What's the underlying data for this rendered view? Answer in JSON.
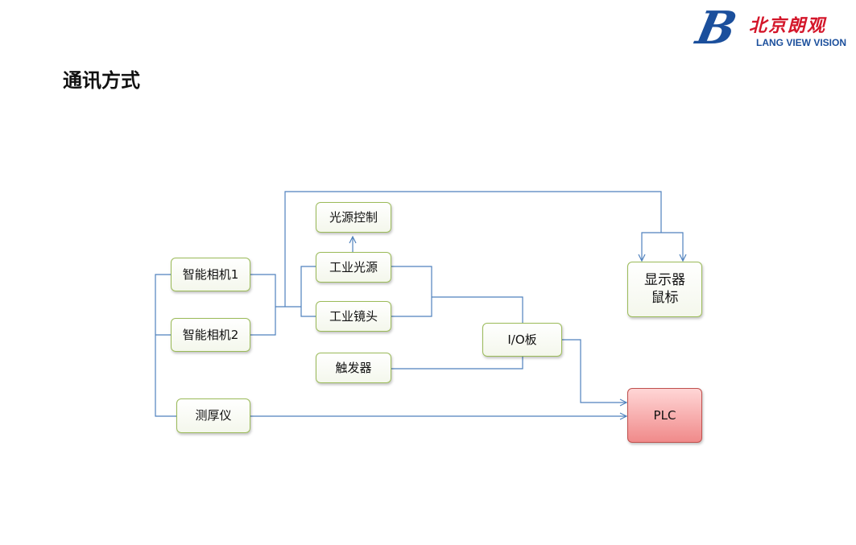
{
  "page": {
    "title": "通讯方式"
  },
  "logo": {
    "letter": "B",
    "chinese": "北京朗观",
    "english": "LANG VIEW VISION"
  },
  "diagram": {
    "nodes": {
      "camera1": "智能相机1",
      "camera2": "智能相机2",
      "thickness_gauge": "测厚仪",
      "light_control": "光源控制",
      "industrial_light": "工业光源",
      "industrial_lens": "工业镜头",
      "trigger": "触发器",
      "io_board": "I/O板",
      "display_mouse": "显示器\n鼠标",
      "plc": "PLC"
    },
    "colors": {
      "connector": "#4f81bd",
      "node_border": "#9bbb59",
      "plc_fill": "#f4a6a6",
      "plc_border": "#c0504d"
    }
  }
}
